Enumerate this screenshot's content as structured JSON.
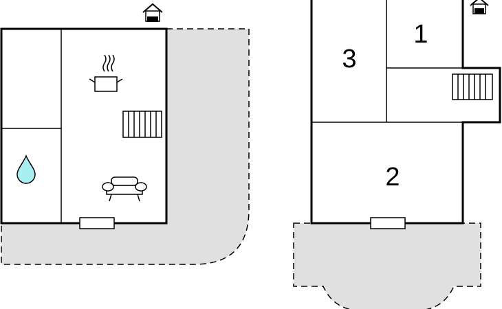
{
  "colors": {
    "wall": "#000000",
    "terrace": "#e0e0e0",
    "terrace_border": "#000000",
    "background": "#ffffff",
    "water": "#a8eef0"
  },
  "ground_floor": {
    "icons": [
      "entrance-icon",
      "kitchen-pot-icon",
      "staircase-icon",
      "water-drop-icon",
      "sofa-icon",
      "door-icon"
    ],
    "terrace": "dashed-outline"
  },
  "upper_floor": {
    "rooms": [
      {
        "number": "1"
      },
      {
        "number": "2"
      },
      {
        "number": "3"
      }
    ],
    "icons": [
      "entrance-icon",
      "staircase-icon",
      "door-icon"
    ],
    "terrace": "dashed-outline"
  }
}
